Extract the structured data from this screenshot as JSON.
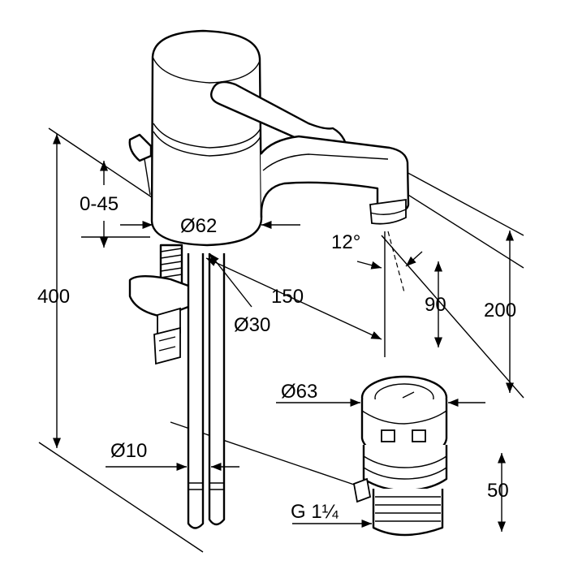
{
  "diagram": {
    "labels": {
      "height_total": "400",
      "flow_range": "0-45",
      "diameter_base": "Ø62",
      "spout_reach": "150",
      "diameter_hole": "Ø30",
      "spout_angle": "12°",
      "spout_height": "90",
      "outlet_height": "200",
      "waste_diameter": "Ø63",
      "pipe_diameter": "Ø10",
      "waste_height": "50",
      "thread": "G 1¼"
    }
  }
}
